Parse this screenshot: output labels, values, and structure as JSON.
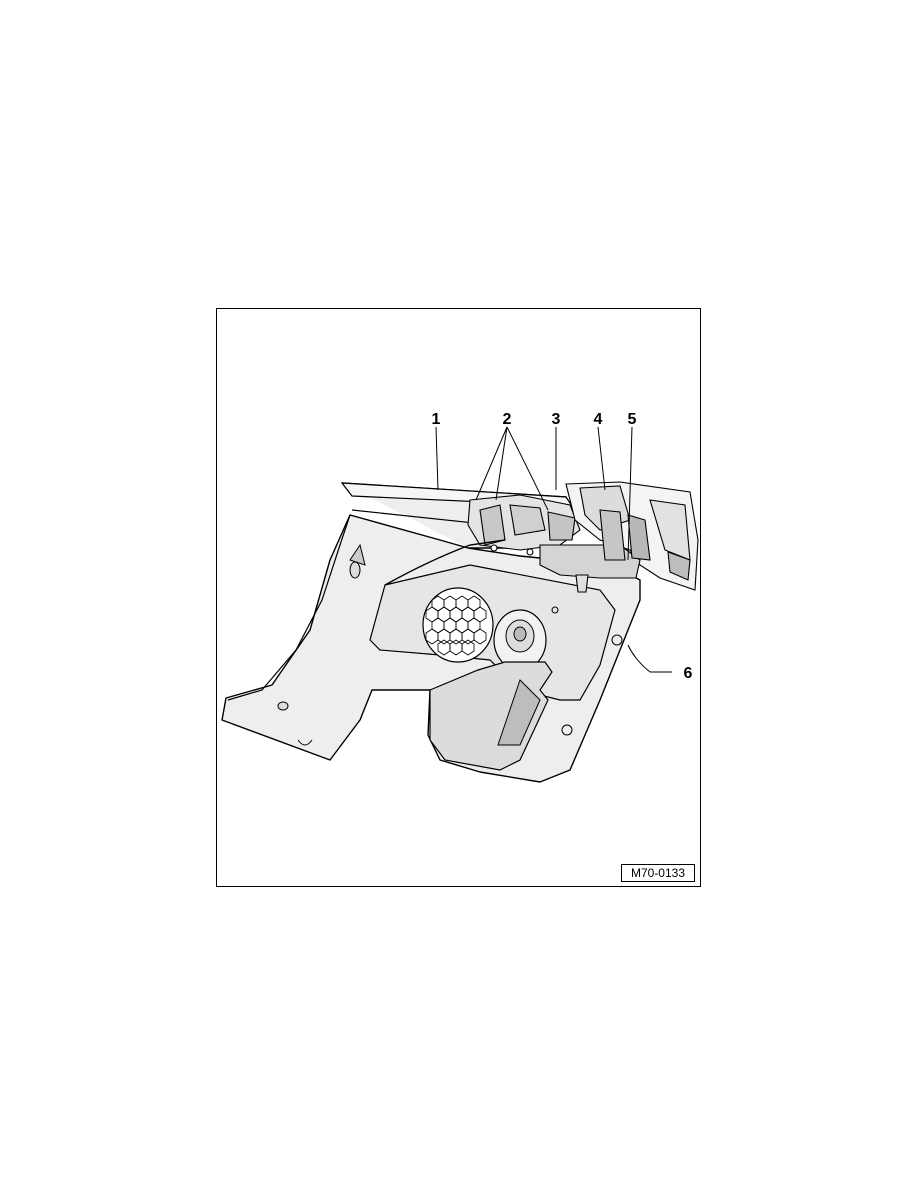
{
  "figure": {
    "id": "M70-0133",
    "callouts": [
      "1",
      "2",
      "3",
      "4",
      "5",
      "6"
    ]
  },
  "colors": {
    "line": "#000000",
    "panel_fill": "#eeeeee",
    "panel_shade": "#d6d6d6",
    "background": "#ffffff"
  }
}
